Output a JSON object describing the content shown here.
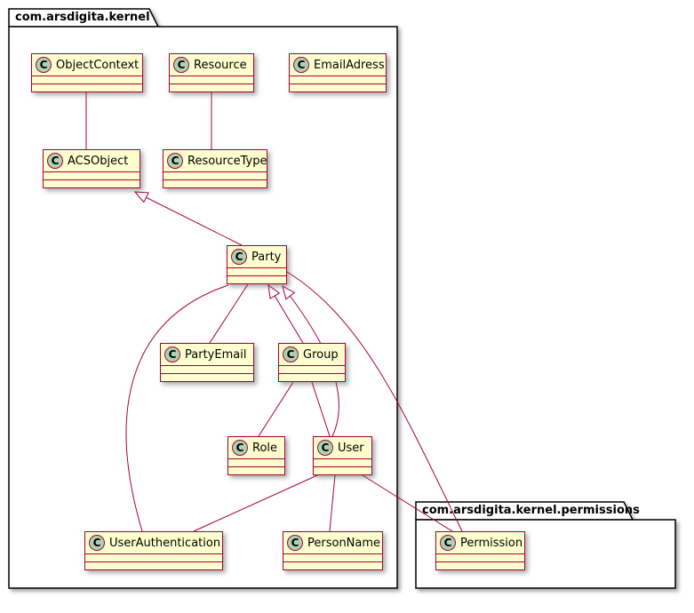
{
  "diagram": {
    "type": "uml-class-diagram",
    "class_icon_letter": "C",
    "packages": [
      {
        "name": "com.arsdigita.kernel"
      },
      {
        "name": "com.arsdigita.kernel.permissions"
      }
    ],
    "classes": [
      {
        "name": "ObjectContext",
        "package": "com.arsdigita.kernel"
      },
      {
        "name": "Resource",
        "package": "com.arsdigita.kernel"
      },
      {
        "name": "EmailAdress",
        "package": "com.arsdigita.kernel"
      },
      {
        "name": "ACSObject",
        "package": "com.arsdigita.kernel"
      },
      {
        "name": "ResourceType",
        "package": "com.arsdigita.kernel"
      },
      {
        "name": "Party",
        "package": "com.arsdigita.kernel"
      },
      {
        "name": "PartyEmail",
        "package": "com.arsdigita.kernel"
      },
      {
        "name": "Group",
        "package": "com.arsdigita.kernel"
      },
      {
        "name": "Role",
        "package": "com.arsdigita.kernel"
      },
      {
        "name": "User",
        "package": "com.arsdigita.kernel"
      },
      {
        "name": "UserAuthentication",
        "package": "com.arsdigita.kernel"
      },
      {
        "name": "PersonName",
        "package": "com.arsdigita.kernel"
      },
      {
        "name": "Permission",
        "package": "com.arsdigita.kernel.permissions"
      }
    ],
    "relationships": [
      {
        "from": "ObjectContext",
        "to": "ACSObject",
        "type": "association"
      },
      {
        "from": "Resource",
        "to": "ResourceType",
        "type": "association"
      },
      {
        "from": "Party",
        "to": "ACSObject",
        "type": "inheritance"
      },
      {
        "from": "PartyEmail",
        "to": "Party",
        "type": "association"
      },
      {
        "from": "Group",
        "to": "Party",
        "type": "inheritance"
      },
      {
        "from": "User",
        "to": "Party",
        "type": "inheritance"
      },
      {
        "from": "Role",
        "to": "Group",
        "type": "association"
      },
      {
        "from": "User",
        "to": "Group",
        "type": "association"
      },
      {
        "from": "UserAuthentication",
        "to": "User",
        "type": "association"
      },
      {
        "from": "PersonName",
        "to": "User",
        "type": "association"
      },
      {
        "from": "Permission",
        "to": "User",
        "type": "association"
      },
      {
        "from": "UserAuthentication",
        "to": "Party",
        "type": "association"
      },
      {
        "from": "Permission",
        "to": "Party",
        "type": "association"
      }
    ],
    "colors": {
      "class_fill": "#FEFECE",
      "class_border": "#A80036",
      "spot_fill": "#ADD1B2",
      "edge": "#A80036",
      "package_border": "#000000"
    }
  }
}
